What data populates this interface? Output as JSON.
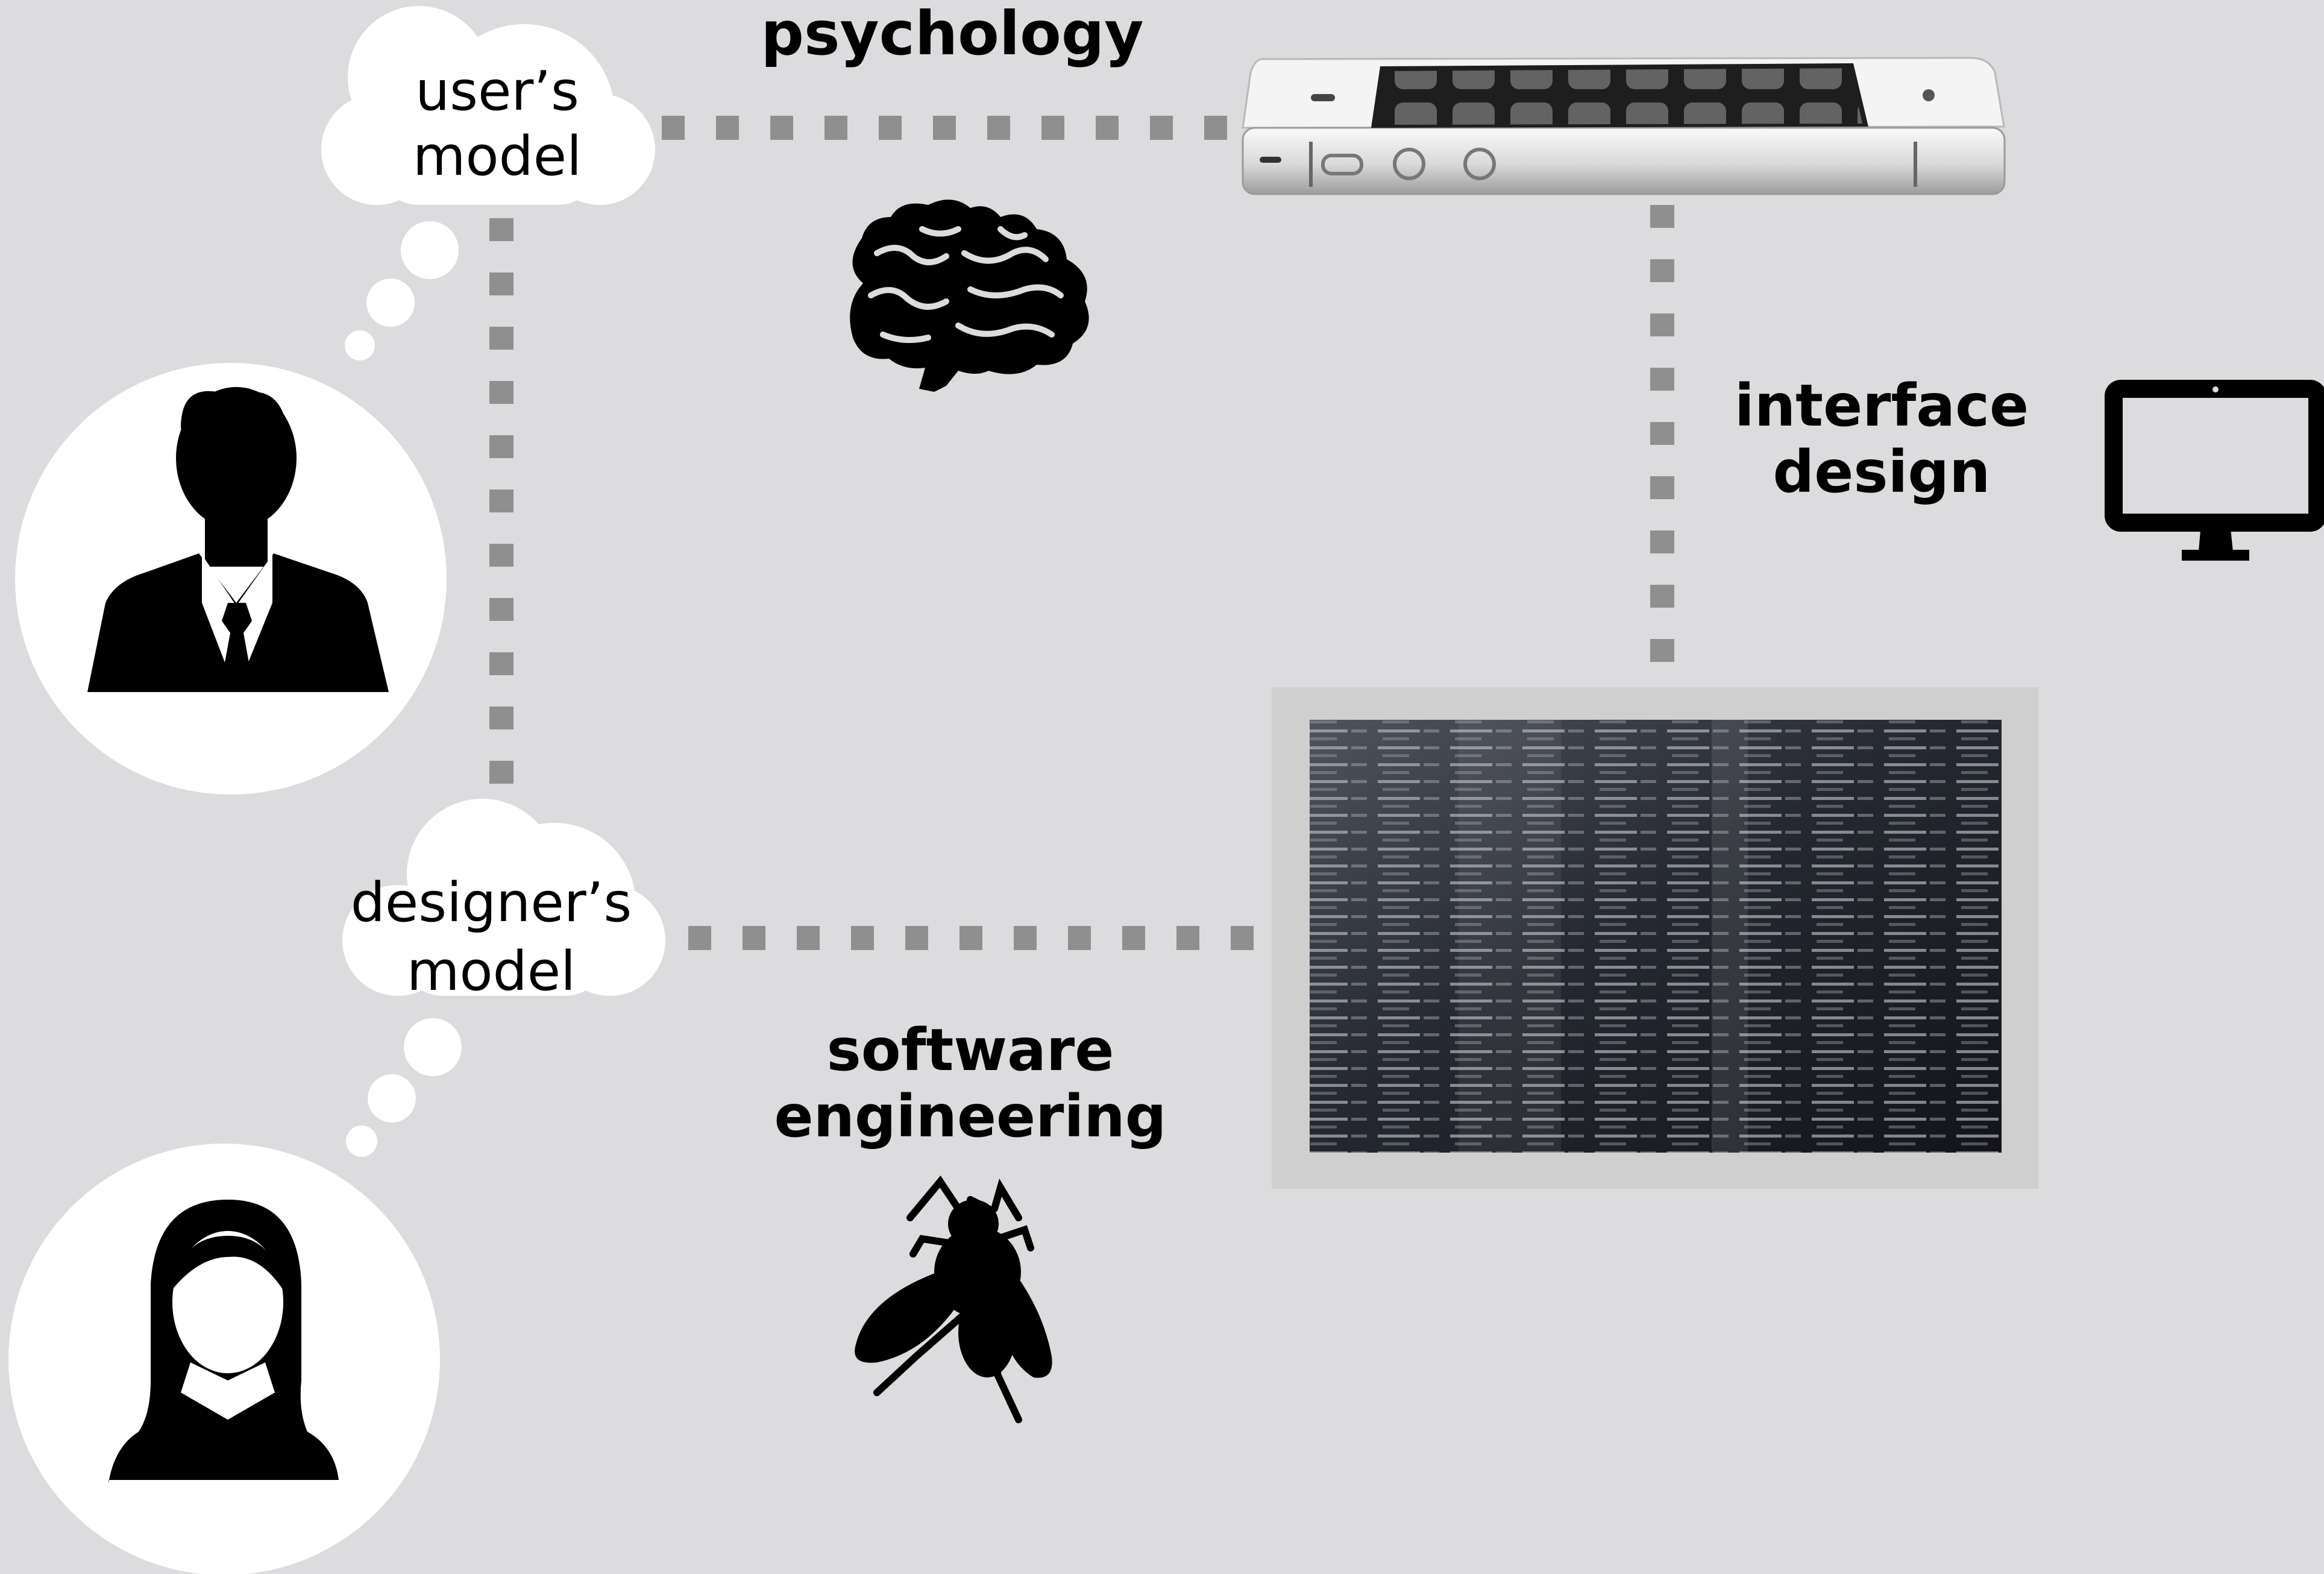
{
  "labels": {
    "users_model": "user’s model",
    "users_model_line1": "user’s",
    "users_model_line2": "model",
    "designers_model_line1": "designer’s",
    "designers_model_line2": "model",
    "psychology": "psychology",
    "interface_design_line1": "interface",
    "interface_design_line2": "design",
    "software_engineering_line1": "software",
    "software_engineering_line2": "engineering"
  },
  "icons": {
    "male_user": "male-user-icon",
    "female_designer": "female-designer-icon",
    "brain": "brain-icon",
    "fly": "fly-icon",
    "monitor": "monitor-icon",
    "phone": "smartphone-image",
    "code": "source-code-image"
  },
  "colors": {
    "background": "#dcdcde",
    "connector": "#8f8f8f",
    "bubble": "#ffffff",
    "glyph": "#000000",
    "code_panel_frame": "#cfcfcf"
  }
}
